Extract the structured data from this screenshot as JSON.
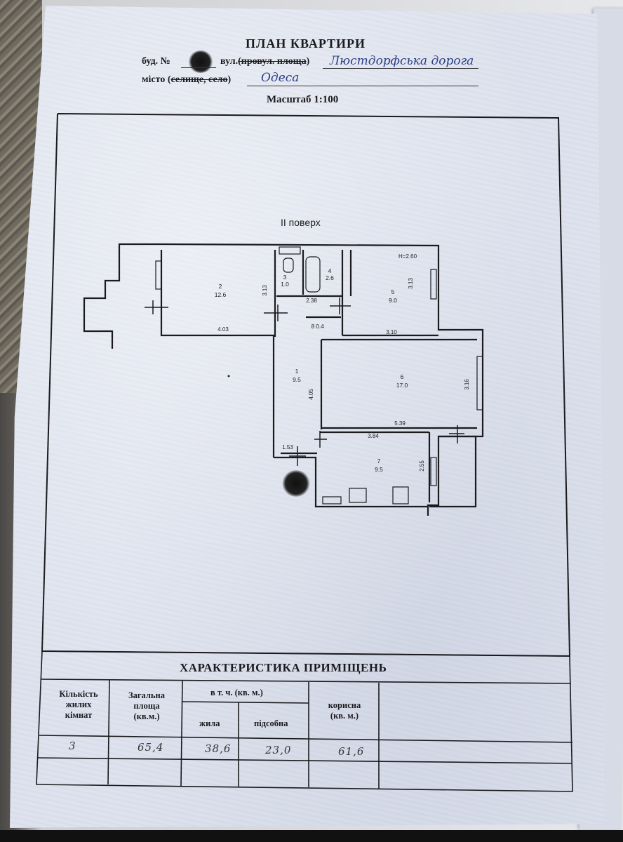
{
  "document": {
    "title": "ПЛАН КВАРТИРИ",
    "building_prefix": "буд. №",
    "street_label_a": "вул.",
    "street_label_strike": "(провул. площа",
    "street_label_close": ")",
    "street_value": "Люстдорфська дорога",
    "city_label_a": "місто (",
    "city_label_strike": "селище, село",
    "city_label_close": ")",
    "city_value": "Одеса",
    "scale": "Масштаб   1:100"
  },
  "floor_plan": {
    "floor_label": "II поверх",
    "ceiling_height": "H=2.60",
    "rooms": [
      {
        "number": "1",
        "area": "9.5"
      },
      {
        "number": "2",
        "area": "12.6"
      },
      {
        "number": "3",
        "area": "1.0"
      },
      {
        "number": "4",
        "area": "2.6"
      },
      {
        "number": "5",
        "area": "9.0"
      },
      {
        "number": "6",
        "area": "17.0"
      },
      {
        "number": "7",
        "area": "9.5"
      },
      {
        "number": "8",
        "area": "0.4"
      }
    ],
    "dimensions": [
      "3.13",
      "4.03",
      "2.38",
      "3.13",
      "3.10",
      "4.05",
      "3.16",
      "5.39",
      "3.84",
      "1.53",
      "2.55"
    ]
  },
  "characteristics": {
    "caption": "ХАРАКТЕРИСТИКА ПРИМІЩЕНЬ",
    "headers": {
      "rooms": [
        "Кількість",
        "жилих",
        "кімнат"
      ],
      "total": [
        "Загальна",
        "площа",
        "(кв.м.)"
      ],
      "including": "в т. ч. (кв. м.)",
      "living": "жила",
      "auxiliary": "підсобна",
      "useful": [
        "корисна",
        "(кв. м.)"
      ]
    },
    "values": {
      "rooms": "3",
      "total": "65,4",
      "living": "38,6",
      "auxiliary": "23,0",
      "useful": "61,6"
    }
  }
}
